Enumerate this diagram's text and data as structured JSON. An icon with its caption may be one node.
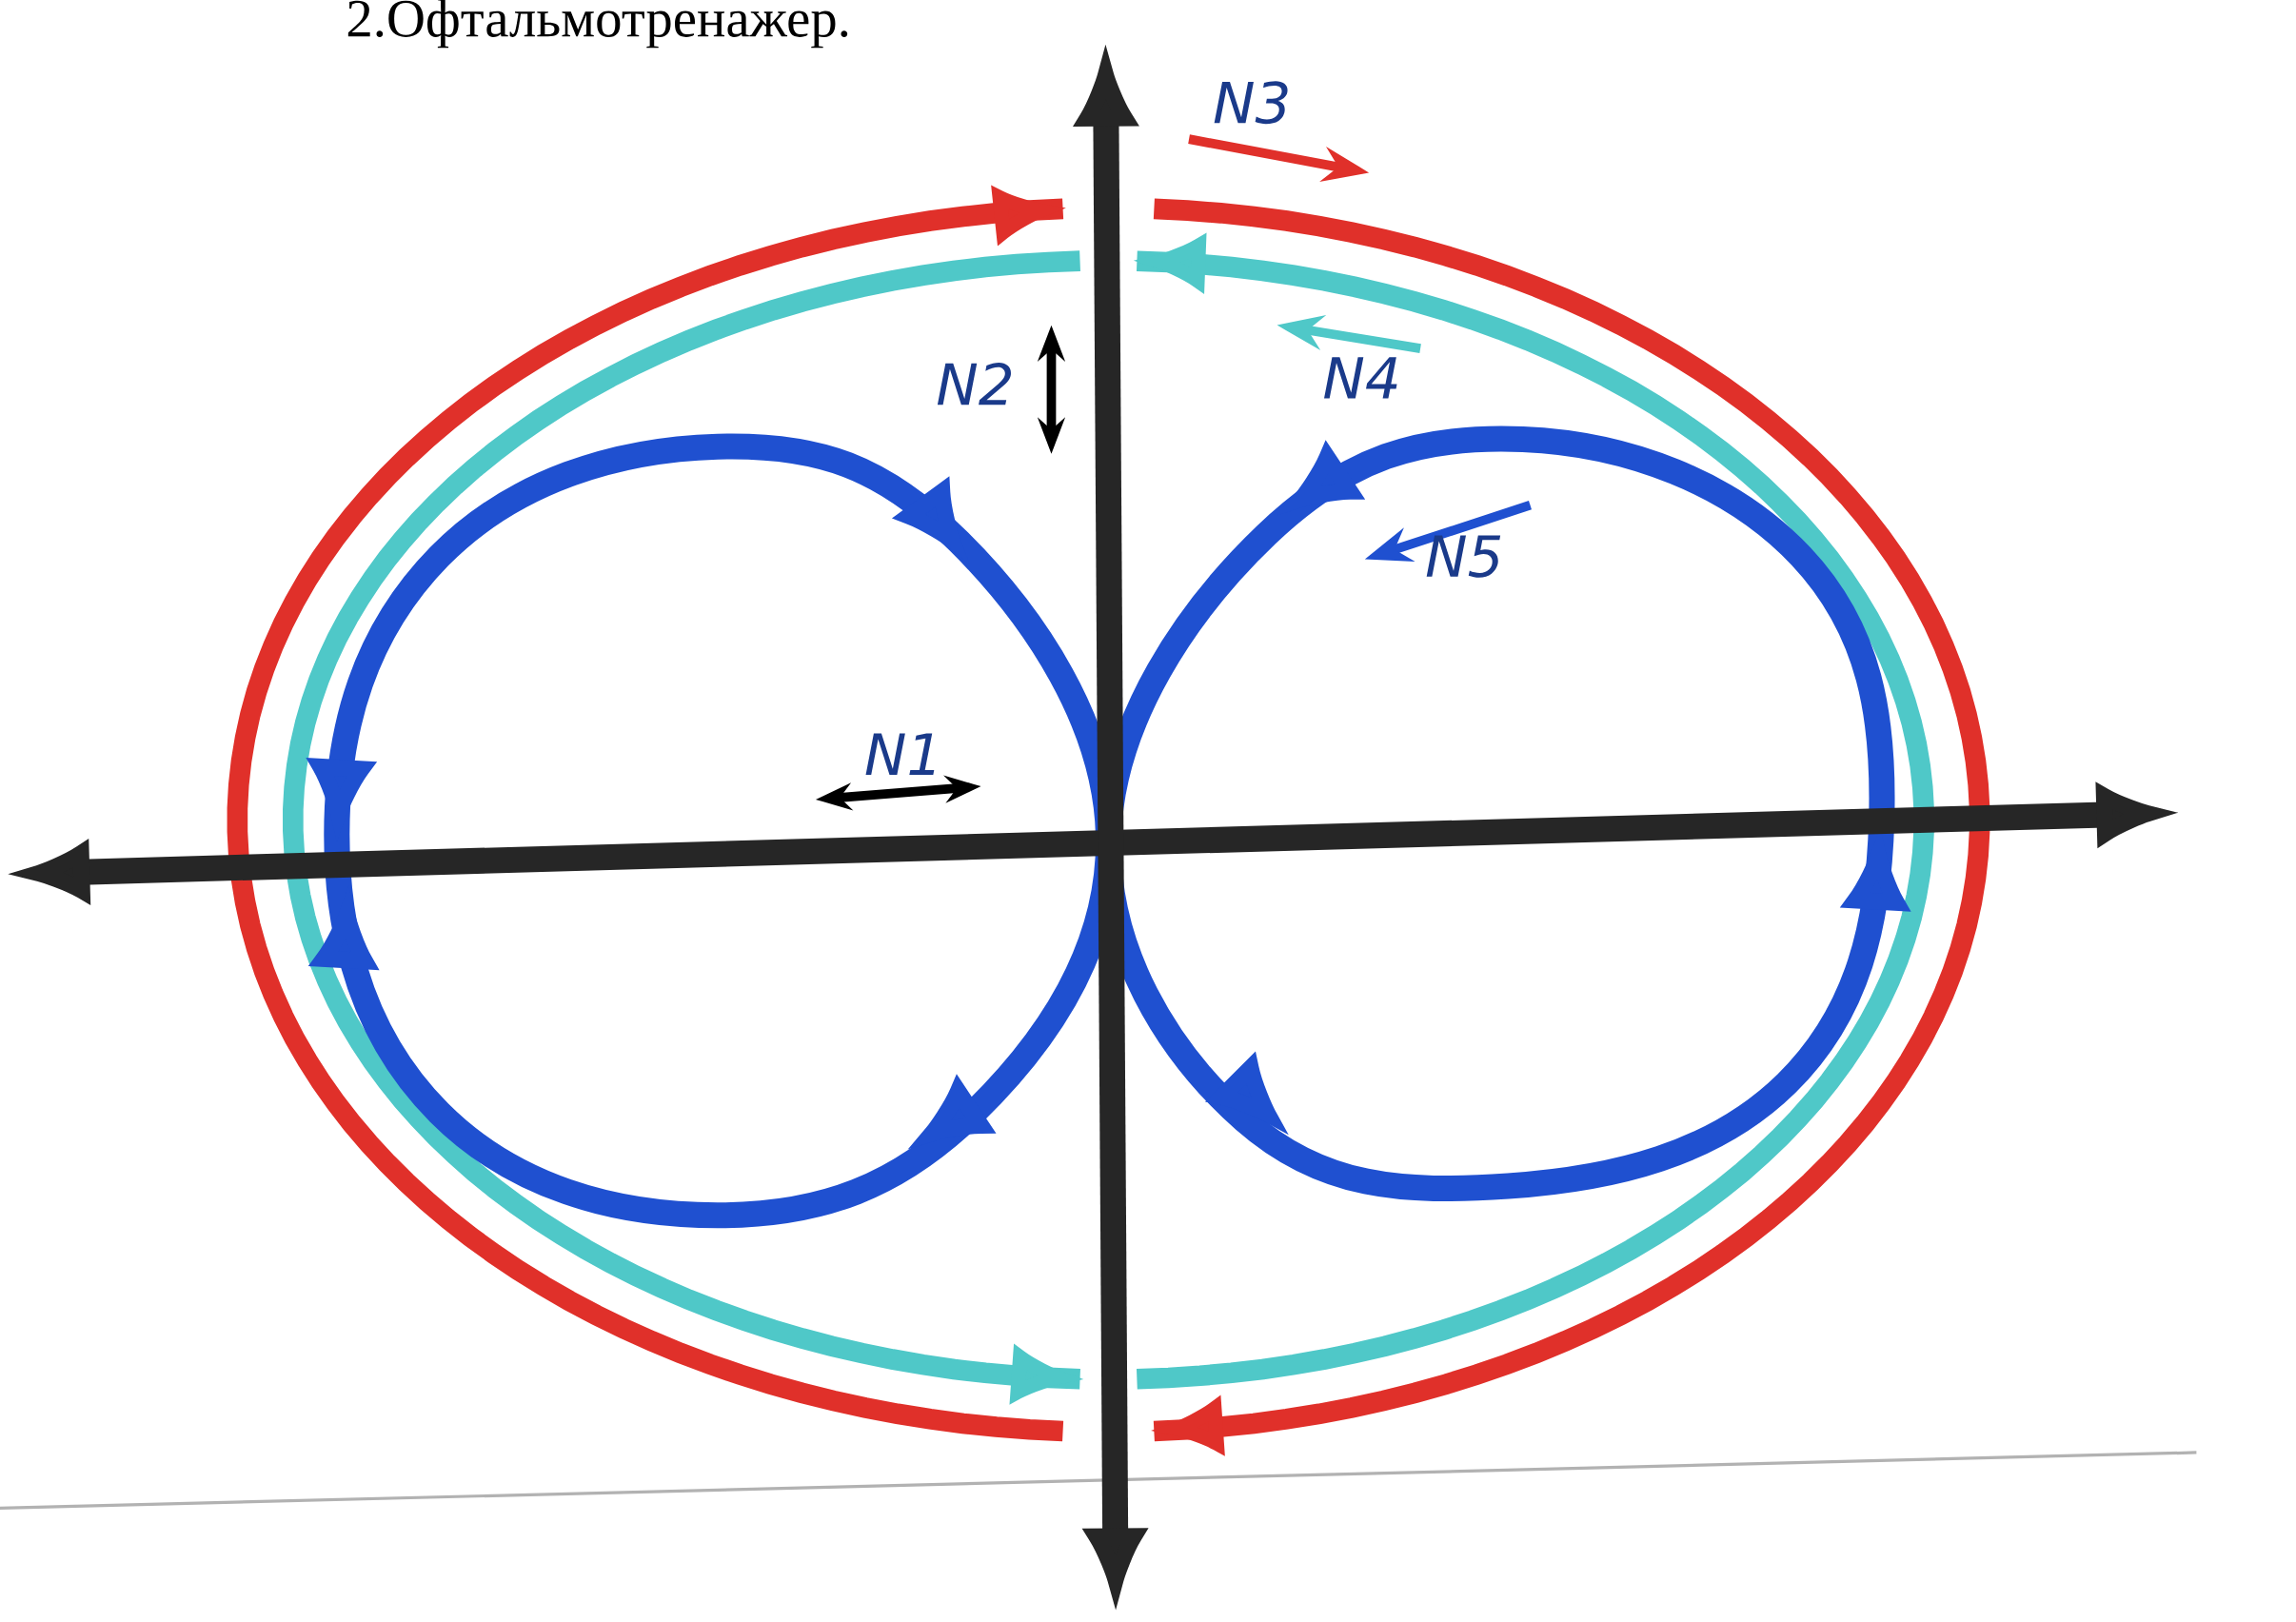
{
  "diagram": {
    "title": "2.Офтальмотренажер.",
    "labels": [
      "N3",
      "N2",
      "N4",
      "N5",
      "N1"
    ]
  }
}
